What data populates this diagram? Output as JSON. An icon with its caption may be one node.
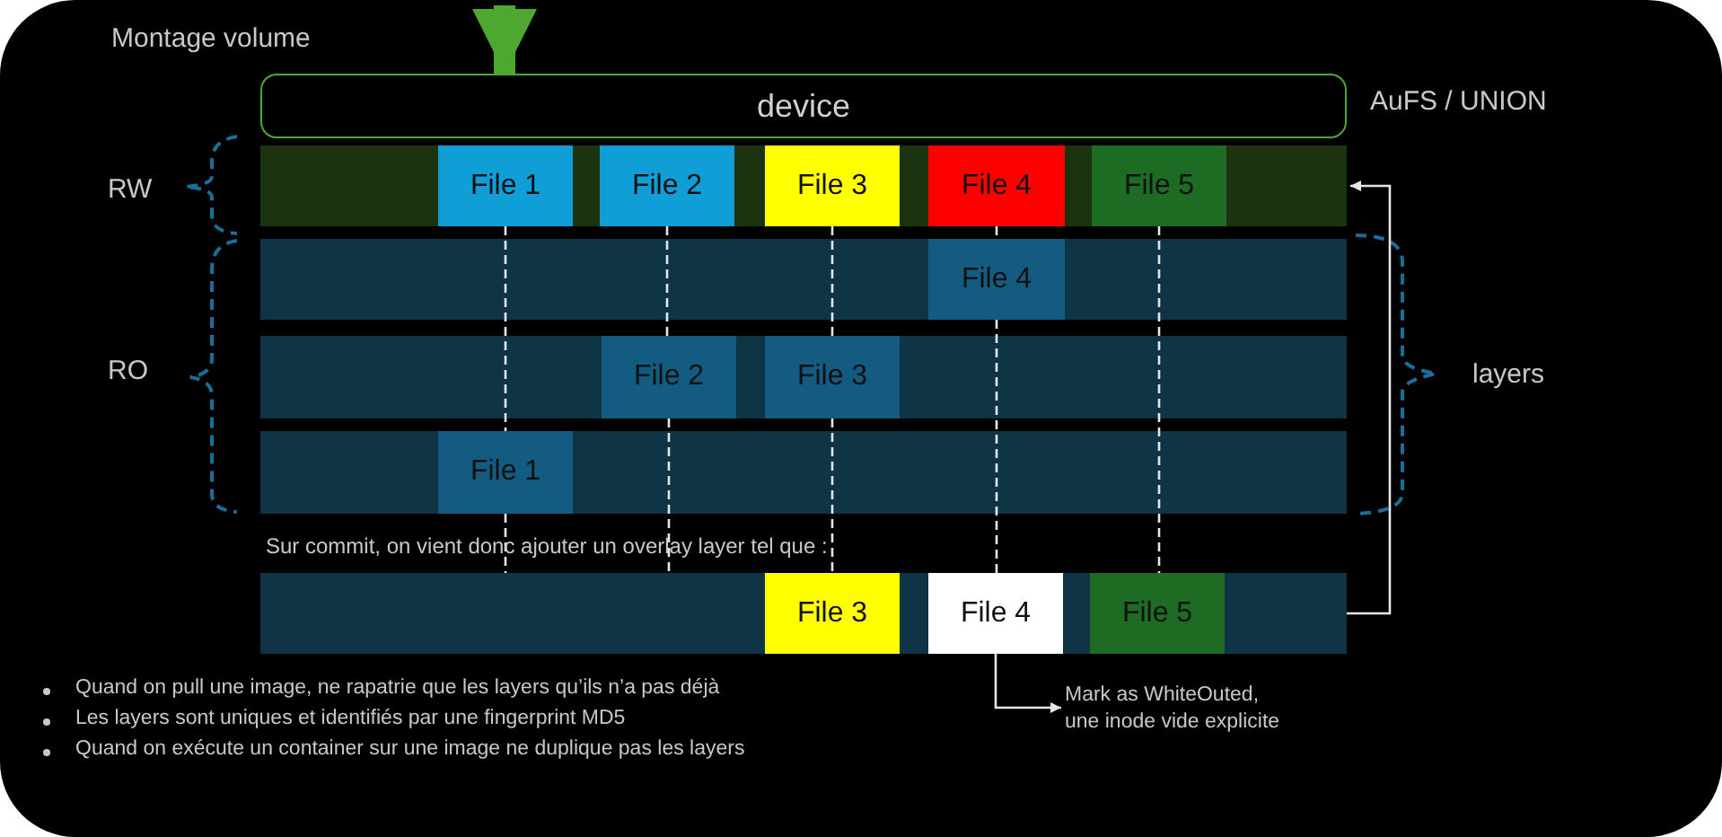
{
  "diagram": {
    "nodes": [
      {
        "text": [
          "device"
        ]
      },
      {
        "text": [],
        "shape": "bar"
      },
      {
        "text": [
          "File 1"
        ],
        "in": 1
      },
      {
        "text": [
          "File 2"
        ],
        "in": 1
      },
      {
        "text": [
          "File 3"
        ],
        "in": 1
      },
      {
        "text": [
          "File 4"
        ],
        "in": 1
      },
      {
        "text": [
          "File 5"
        ],
        "in": 1
      },
      {
        "text": [],
        "shape": "bar"
      },
      {
        "text": [
          "File 4"
        ],
        "in": 7
      },
      {
        "text": [],
        "shape": "bar"
      },
      {
        "text": [
          "File 2"
        ],
        "in": 9
      },
      {
        "text": [
          "File 3"
        ],
        "in": 9
      },
      {
        "text": [],
        "shape": "bar"
      },
      {
        "text": [
          "File 1"
        ],
        "in": 12
      },
      {
        "text": [],
        "shape": "bar"
      },
      {
        "text": [
          "File 3"
        ],
        "in": 14
      },
      {
        "text": [
          "File 4"
        ],
        "in": 14
      },
      {
        "text": [
          "File 5"
        ],
        "in": 14
      },
      {
        "text": [
          "Mark as WhiteOuted, une inode vide explicite"
        ]
      }
    ],
    "edges": [
      {
        "from": null,
        "to": 0,
        "arrow": "to",
        "style": "thick",
        "color": "#4ea72e"
      },
      {
        "from": 2,
        "to": 13,
        "arrow": "none",
        "style": "dashed"
      },
      {
        "from": 13,
        "to": 14,
        "arrow": "none",
        "style": "dashed"
      },
      {
        "from": 3,
        "to": 10,
        "arrow": "none",
        "style": "dashed"
      },
      {
        "from": 10,
        "to": 14,
        "arrow": "none",
        "style": "dashed"
      },
      {
        "from": 4,
        "to": 11,
        "arrow": "none",
        "style": "dashed"
      },
      {
        "from": 11,
        "to": 15,
        "arrow": "none",
        "style": "dashed"
      },
      {
        "from": 5,
        "to": 8,
        "arrow": "none",
        "style": "dashed"
      },
      {
        "from": 8,
        "to": 16,
        "arrow": "none",
        "style": "dashed"
      },
      {
        "from": 6,
        "to": 17,
        "arrow": "none",
        "style": "dashed"
      },
      {
        "from": 14,
        "to": 1,
        "arrow": "to"
      },
      {
        "from": 16,
        "to": 18,
        "arrow": "to"
      }
    ],
    "labels": [
      "Montage volume",
      "AuFS / UNION",
      "RW",
      "RO",
      "layers",
      "Sur commit, on vient donc ajouter un overlay layer tel que :",
      "Quand on pull une image, ne rapatrie que les layers qu’ils n’a pas déjà",
      "Les layers sont uniques et identifiés par une fingerprint MD5",
      "Quand on exécute un container sur une image ne duplique pas les layers"
    ]
  }
}
